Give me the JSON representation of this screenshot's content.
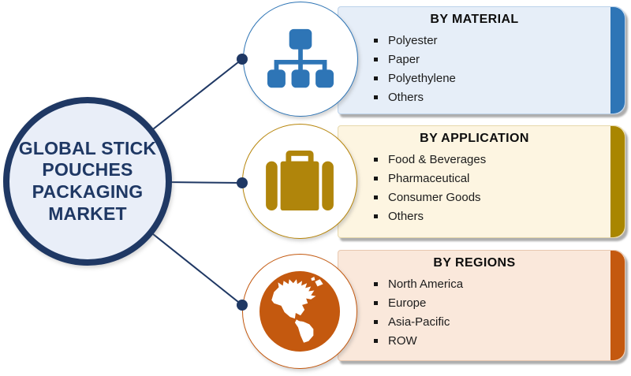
{
  "diagram": {
    "hub": {
      "title": "GLOBAL STICK POUCHES PACKAGING MARKET",
      "title_lines": [
        "GLOBAL STICK",
        "POUCHES",
        "PACKAGING",
        "MARKET"
      ]
    },
    "branches": [
      {
        "heading": "BY MATERIAL",
        "items": [
          "Polyester",
          "Paper",
          "Polyethylene",
          "Others"
        ],
        "icon": "sitemap-hierarchy-icon",
        "accent_color": "#2E75B6",
        "panel_color": "#E6EEF8"
      },
      {
        "heading": "BY APPLICATION",
        "items": [
          "Food & Beverages",
          "Pharmaceutical",
          "Consumer Goods",
          "Others"
        ],
        "icon": "briefcase-icon",
        "accent_color": "#A98600",
        "panel_color": "#FDF5E1"
      },
      {
        "heading": "BY REGIONS",
        "items": [
          "North America",
          "Europe",
          "Asia-Pacific",
          "ROW"
        ],
        "icon": "globe-americas-icon",
        "accent_color": "#C4590F",
        "panel_color": "#FAE8DB"
      }
    ],
    "colors": {
      "hub_border": "#1F3864",
      "hub_fill": "#E9EEF8",
      "connector": "#1F3864",
      "bullet_text": "#1C1C1C"
    }
  }
}
